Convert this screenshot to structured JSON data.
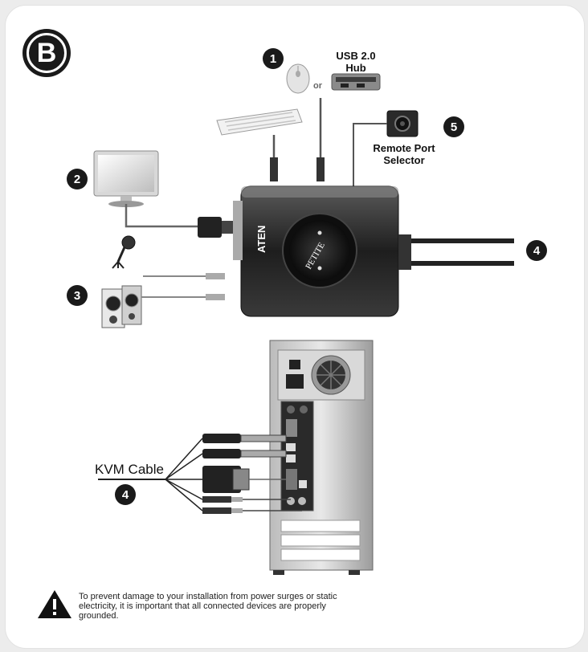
{
  "section_letter": "B",
  "callouts": [
    "1",
    "2",
    "3",
    "4",
    "5"
  ],
  "hub_label": [
    "USB 2.0",
    "Hub"
  ],
  "or_label": "or",
  "remote_label": [
    "Remote Port",
    "Selector"
  ],
  "device_brand": "ATEN",
  "device_logo": "PETITE",
  "kvm_cable_label": "KVM Cable",
  "warning_lines": [
    "To prevent damage to your installation from power surges or static",
    "electricity, it is important that all connected devices are properly",
    "grounded."
  ],
  "icons": [
    "mouse-icon",
    "usb-hub-icon",
    "keyboard-icon",
    "remote-selector-icon",
    "monitor-icon",
    "microphone-icon",
    "speakers-icon",
    "kvm-switch-icon",
    "computer-tower-icon",
    "warning-icon"
  ]
}
